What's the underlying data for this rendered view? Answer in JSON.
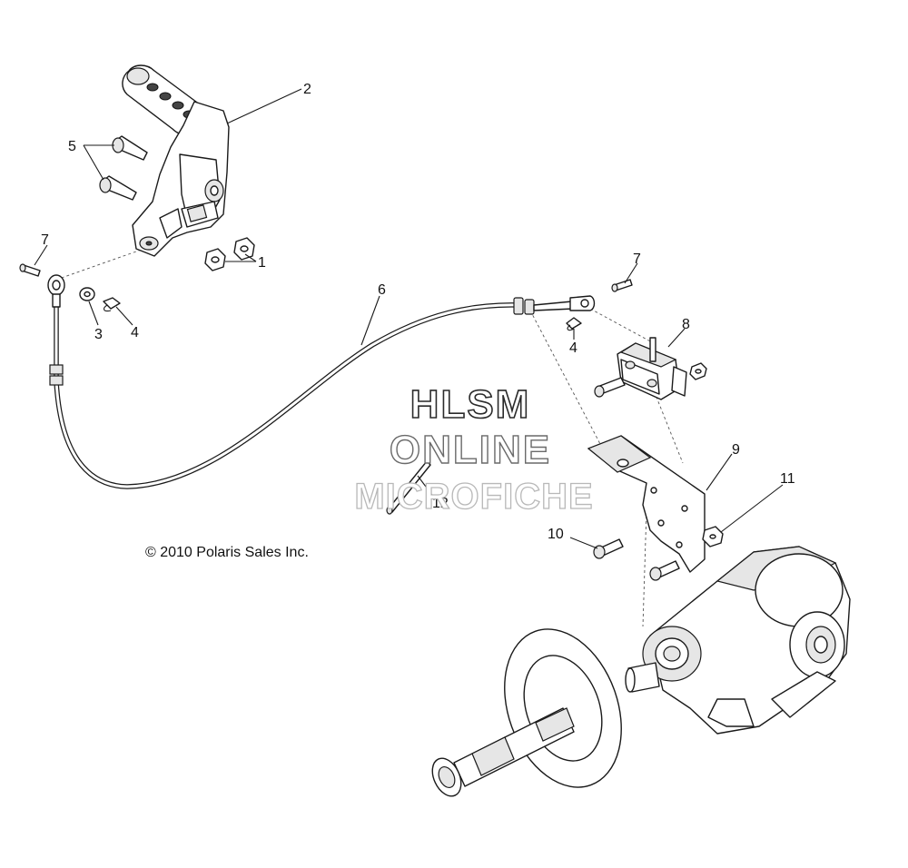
{
  "callouts": {
    "c1": "1",
    "c2": "2",
    "c3": "3",
    "c4a": "4",
    "c4b": "4",
    "c5": "5",
    "c6": "6",
    "c7a": "7",
    "c7b": "7",
    "c8": "8",
    "c9": "9",
    "c10": "10",
    "c11": "11",
    "c12": "12"
  },
  "copyright": "© 2010 Polaris Sales Inc.",
  "watermark": {
    "line1": "HLSM",
    "line2": "ONLINE",
    "line3": "MICROFICHE"
  }
}
